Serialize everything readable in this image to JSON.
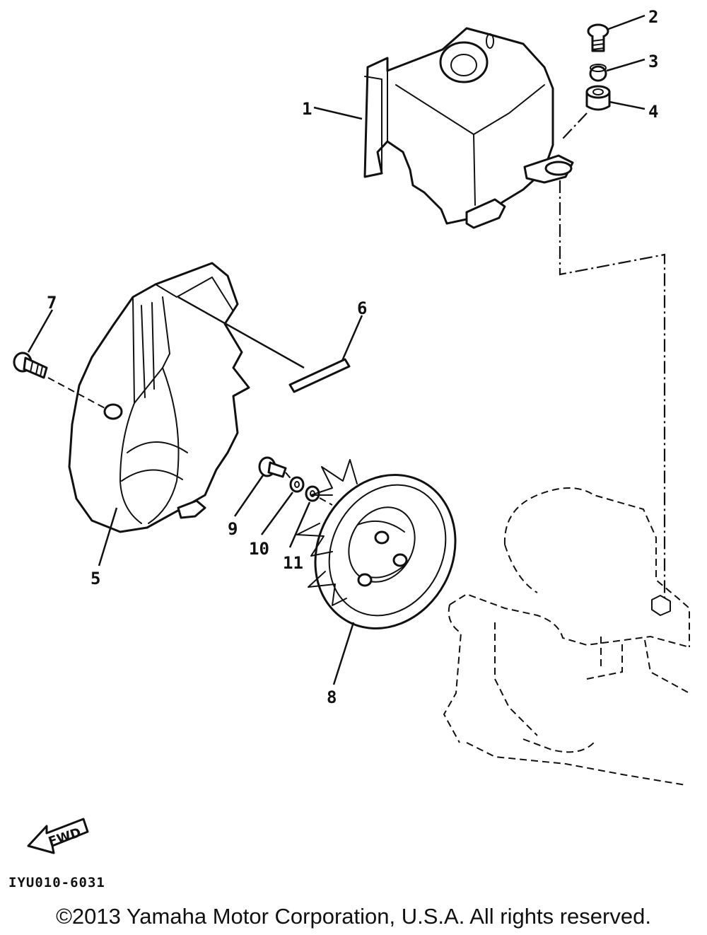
{
  "diagram": {
    "callouts": {
      "c1": "1",
      "c2": "2",
      "c3": "3",
      "c4": "4",
      "c5": "5",
      "c6": "6",
      "c7": "7",
      "c8": "8",
      "c9": "9",
      "c10": "10",
      "c11": "11"
    },
    "fwd_label": "FWD",
    "drawing_code": "IYU010-6031"
  },
  "copyright": "©2013 Yamaha Motor Corporation, U.S.A. All rights reserved."
}
